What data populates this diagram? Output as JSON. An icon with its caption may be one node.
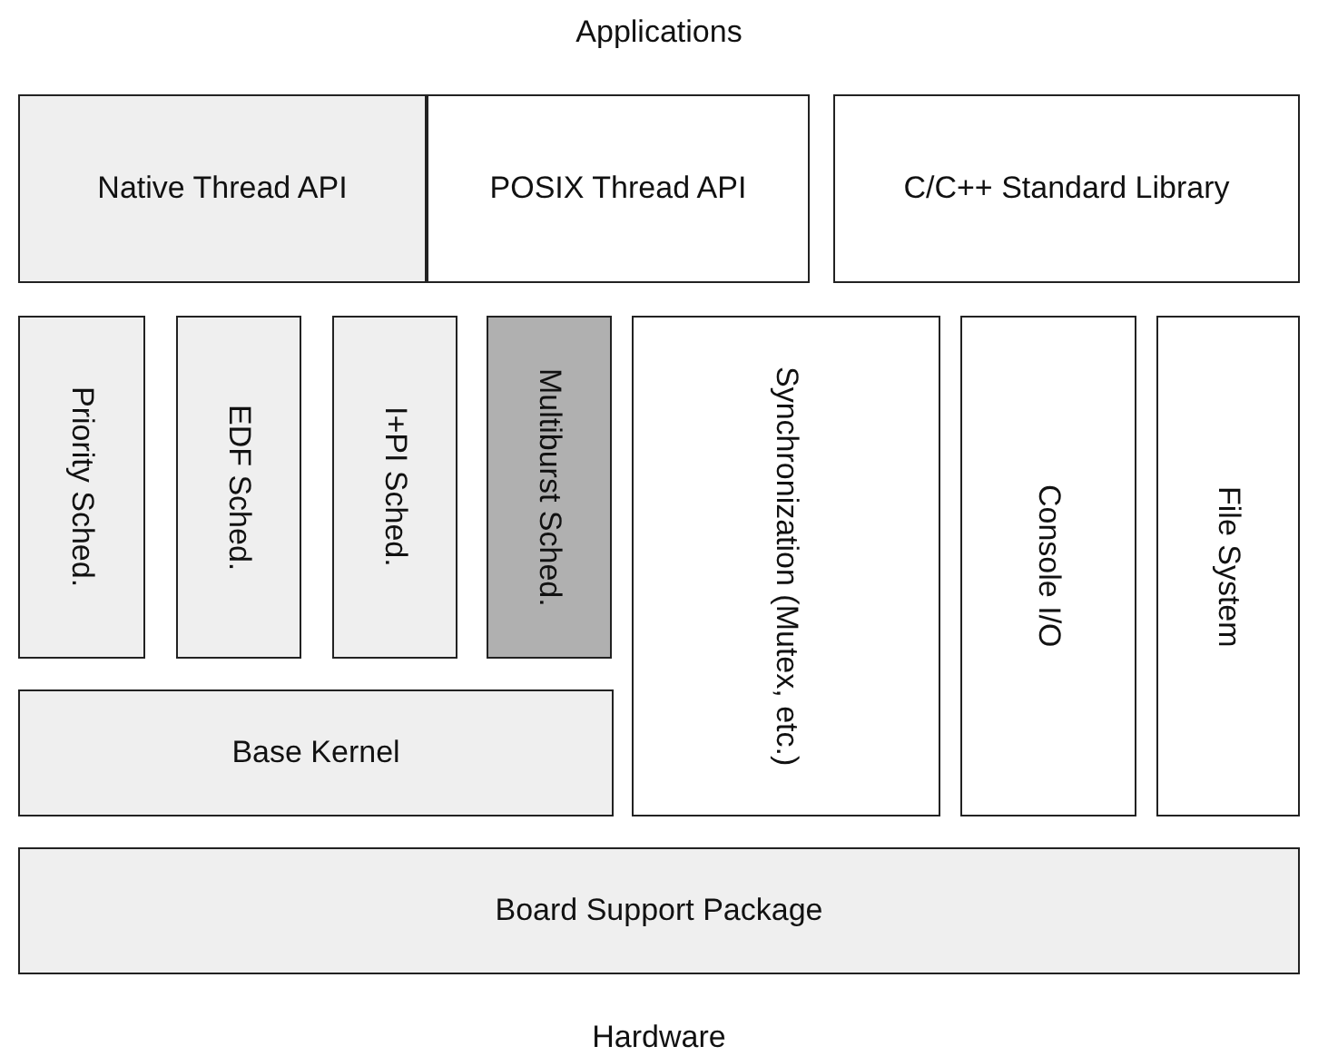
{
  "diagram": {
    "nodes": [
      {
        "text": [
          "Native Thread API"
        ]
      },
      {
        "text": [
          "POSIX Thread API"
        ]
      },
      {
        "text": [
          "C/C++ Standard Library"
        ]
      },
      {
        "text": [
          "Priority Sched."
        ]
      },
      {
        "text": [
          "EDF Sched."
        ]
      },
      {
        "text": [
          "I+PI Sched."
        ]
      },
      {
        "text": [
          "Multiburst Sched."
        ]
      },
      {
        "text": [
          "Synchronization (Mutex, etc.)"
        ]
      },
      {
        "text": [
          "Console I/O"
        ]
      },
      {
        "text": [
          "File System"
        ]
      },
      {
        "text": [
          "Base Kernel"
        ]
      },
      {
        "text": [
          "Board Support Package"
        ]
      }
    ],
    "labels": [
      "Applications",
      "Hardware"
    ]
  }
}
